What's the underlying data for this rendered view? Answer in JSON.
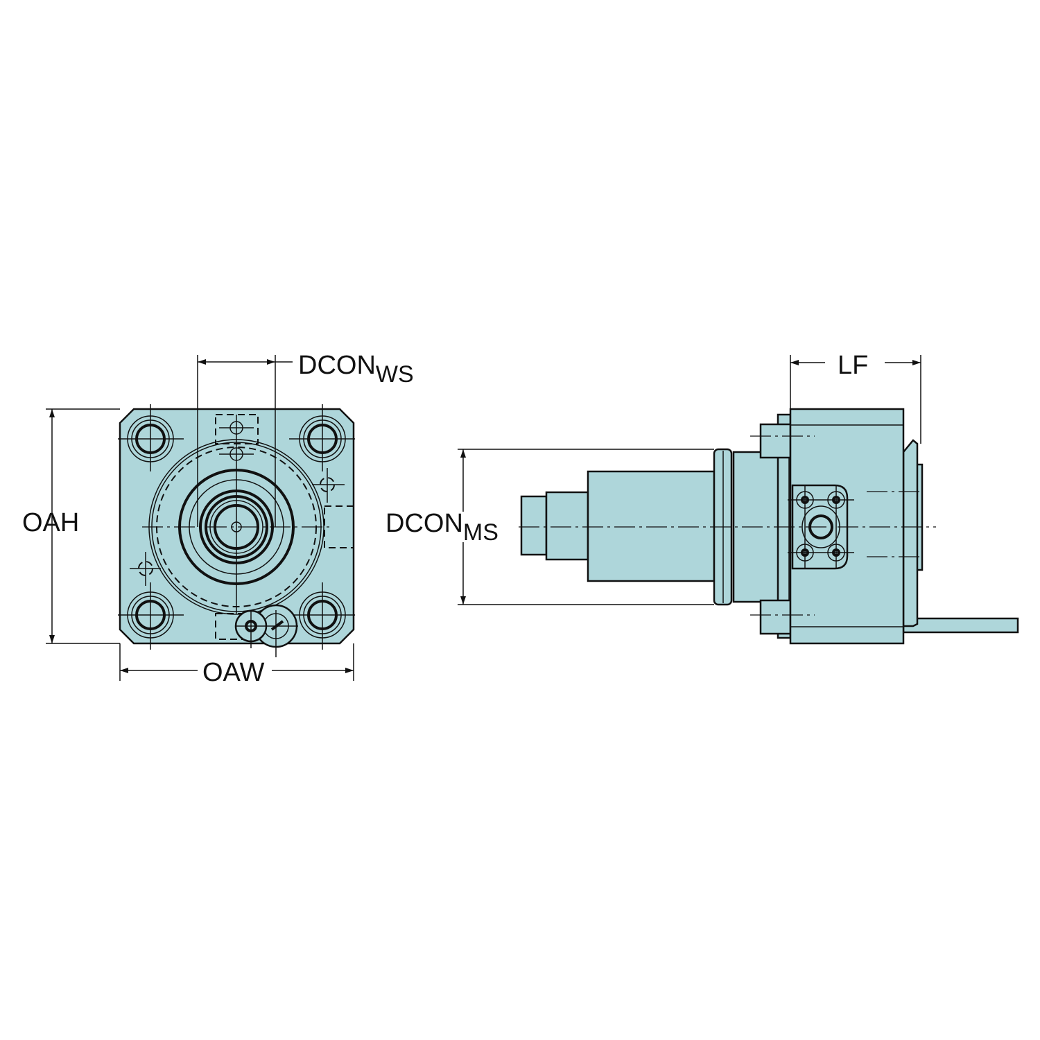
{
  "colors": {
    "body": "#aed6da",
    "line": "#111111"
  },
  "labels": {
    "dcon_ws": {
      "main": "DCON",
      "sub": "WS"
    },
    "oah": "OAH",
    "oaw": "OAW",
    "dcon_ms": {
      "main": "DCON",
      "sub": "MS"
    },
    "lf": "LF"
  }
}
